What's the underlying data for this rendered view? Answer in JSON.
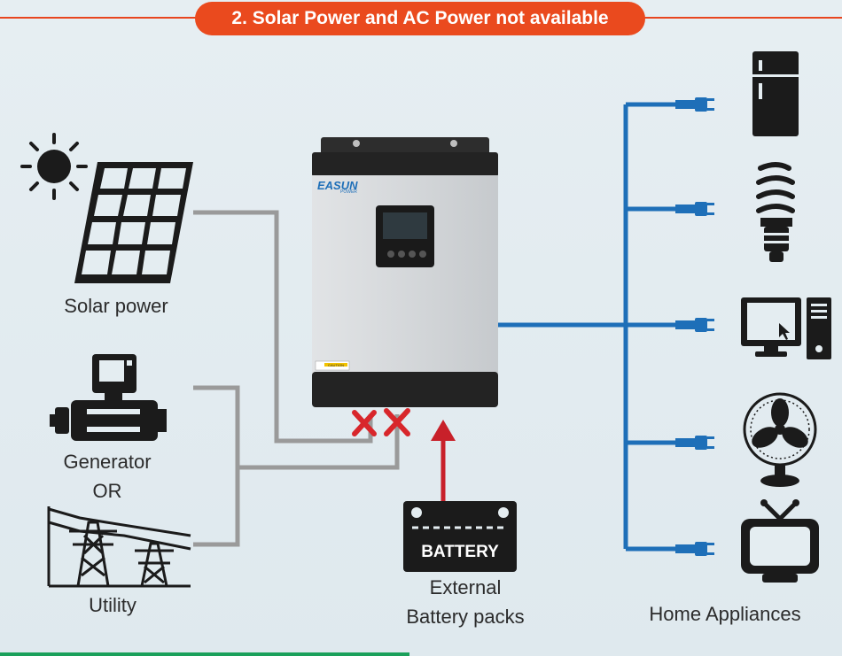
{
  "title": "2. Solar Power and AC Power not available",
  "labels": {
    "solar": "Solar power",
    "generator": "Generator",
    "or": "OR",
    "utility": "Utility",
    "battery_line1": "External",
    "battery_line2": "Battery packs",
    "appliances": "Home Appliances"
  },
  "battery_text": "BATTERY",
  "inverter": {
    "brand": "EASUN",
    "brand_sub": "POWER",
    "caution": "CAUTION"
  },
  "colors": {
    "accent": "#ea4a1e",
    "ac_wire": "#1e6fb8",
    "input_wire": "#9a9a9a",
    "cross": "#d8262b",
    "battery_arrow": "#c8202a",
    "icon": "#1b1b1b"
  }
}
